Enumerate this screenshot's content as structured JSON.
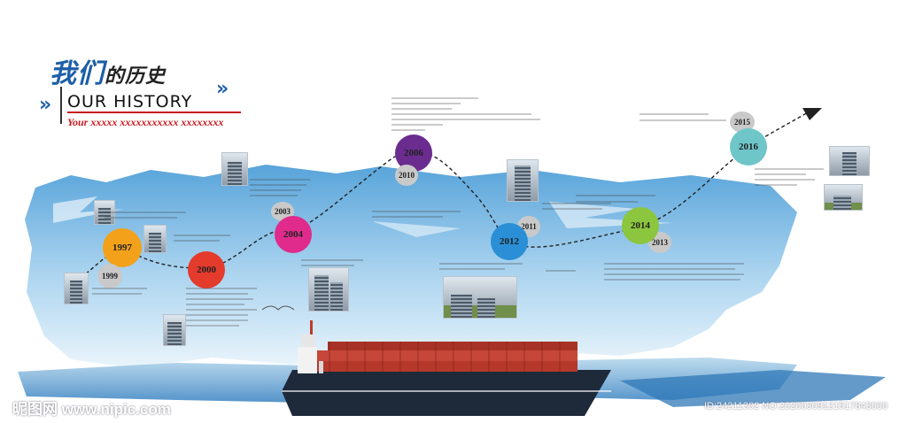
{
  "header": {
    "title_cn_main": "我们",
    "title_cn_rest": "的历史",
    "title_en": "OUR HISTORY",
    "subtitle": "Your xxxxx xxxxxxxxxxx xxxxxxxx"
  },
  "years": [
    {
      "label": "1997",
      "color": "#f3a11b"
    },
    {
      "label": "1999",
      "color": "#c9c9c9"
    },
    {
      "label": "2000",
      "color": "#e53b2c"
    },
    {
      "label": "2003",
      "color": "#c9c9c9"
    },
    {
      "label": "2004",
      "color": "#e02a8c"
    },
    {
      "label": "2006",
      "color": "#6a2c8f"
    },
    {
      "label": "2010",
      "color": "#c9c9c9"
    },
    {
      "label": "2011",
      "color": "#c9c9c9"
    },
    {
      "label": "2012",
      "color": "#2a8fd6"
    },
    {
      "label": "2013",
      "color": "#c9c9c9"
    },
    {
      "label": "2014",
      "color": "#8cc63e"
    },
    {
      "label": "2015",
      "color": "#c9c9c9"
    },
    {
      "label": "2016",
      "color": "#6fc6c9"
    }
  ],
  "watermark": {
    "site": "昵图网 www.nipic.com",
    "id": "ID:24211302 NO:20200309121517843000"
  }
}
